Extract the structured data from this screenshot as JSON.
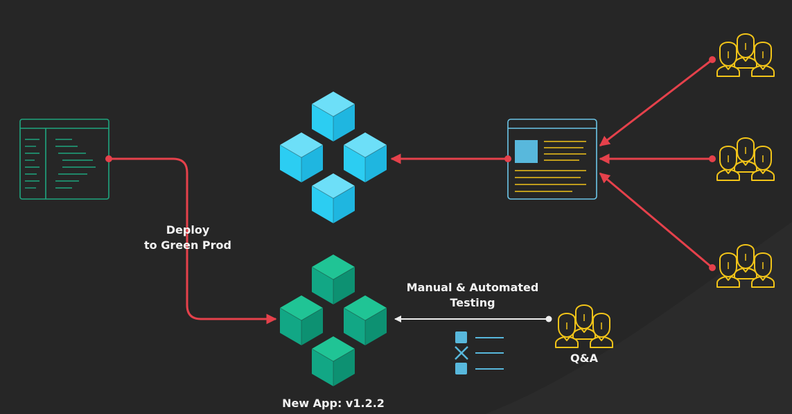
{
  "labels": {
    "deploy_line1": "Deploy",
    "deploy_line2": "to Green Prod",
    "testing_line1": "Manual & Automated",
    "testing_line2": "Testing",
    "qa": "Q&A",
    "new_app": "New App: v1.2.2"
  },
  "colors": {
    "background": "#262626",
    "arrow": "#e5414b",
    "blue_cluster": "#2ccdf2",
    "green_cluster": "#12a785",
    "people": "#f2c419",
    "code_editor": "#1fa57f",
    "web_page": "#6cc6e8",
    "checklist": "#58b8dc",
    "testing_arrow": "#eeeeee"
  },
  "icons": {
    "code_editor": "code-editor-icon",
    "blue_cluster": "blue-cube-cluster-icon",
    "green_cluster": "green-cube-cluster-icon",
    "web_page": "web-page-icon",
    "users": "user-group-icon",
    "checklist": "checklist-icon"
  }
}
